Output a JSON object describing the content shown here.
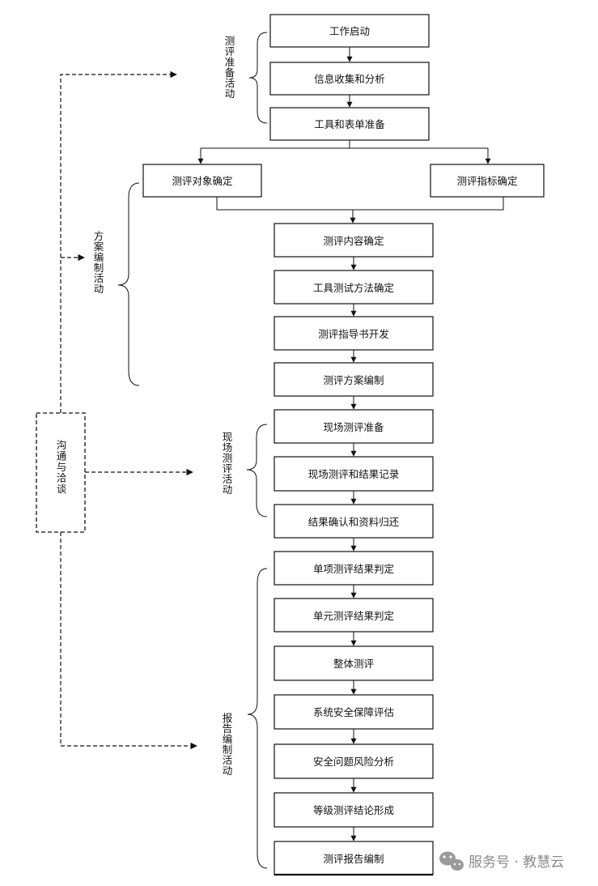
{
  "steps": {
    "s1": "工作启动",
    "s2": "信息收集和分析",
    "s3": "工具和表单准备",
    "s4": "测评对象确定",
    "s5": "测评指标确定",
    "s6": "测评内容确定",
    "s7": "工具测试方法确定",
    "s8": "测评指导书开发",
    "s9": "测评方案编制",
    "s10": "现场测评准备",
    "s11": "现场测评和结果记录",
    "s12": "结果确认和资料归还",
    "s13": "单项测评结果判定",
    "s14": "单元测评结果判定",
    "s15": "整体测评",
    "s16": "系统安全保障评估",
    "s17": "安全问题风险分析",
    "s18": "等级测评结论形成",
    "s19": "测评报告编制"
  },
  "phases": {
    "prep": "测评准备活动",
    "plan": "方案编制活动",
    "onsite": "现场测评活动",
    "report": "报告编制活动"
  },
  "communication": "沟通与洽谈",
  "watermark": "服务号 · 教慧云",
  "colors": {
    "line": "#111111",
    "box_fill": "#ffffff",
    "watermark": "#8a8a8a"
  }
}
